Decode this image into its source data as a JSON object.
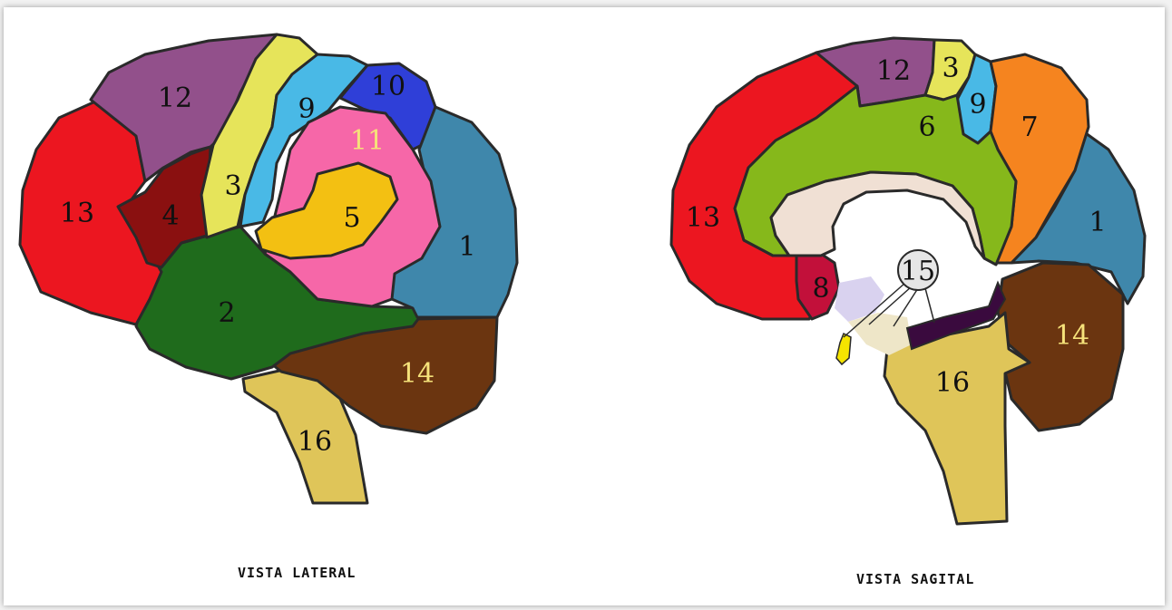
{
  "colors": {
    "r1": "#3f87ab",
    "r2": "#1f6b1c",
    "r3": "#e6e45a",
    "r4": "#8a1010",
    "r5": "#f3c012",
    "r6": "#86b81b",
    "r7": "#f5841f",
    "r8": "#c2103a",
    "r9": "#49b9e6",
    "r10": "#2f3fd8",
    "r11": "#f667a8",
    "r12": "#92508b",
    "r13": "#ec1620",
    "r14": "#6b3510",
    "r16": "#dfc559",
    "corpus": "#f0e0d4",
    "r15": "#e6e6e6"
  },
  "lateral": {
    "caption": "VISTA LATERAL",
    "labels": [
      "1",
      "2",
      "3",
      "4",
      "5",
      "9",
      "10",
      "11",
      "12",
      "13",
      "14",
      "16"
    ]
  },
  "sagittal": {
    "caption": "VISTA SAGITAL",
    "labels": [
      "1",
      "3",
      "6",
      "7",
      "8",
      "9",
      "12",
      "13",
      "14",
      "15",
      "16"
    ]
  }
}
